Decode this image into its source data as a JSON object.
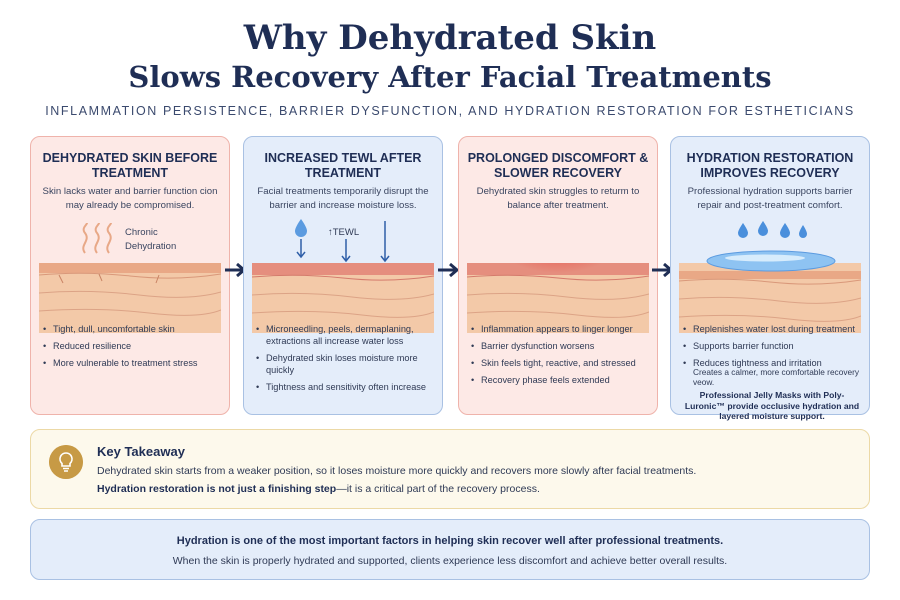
{
  "header": {
    "title_line1": "Why Dehydrated Skin",
    "title_line2": "Slows Recovery After Facial Treatments",
    "subtitle": "INFLAMMATION PERSISTENCE, BARRIER DYSFUNCTION, AND HYDRATION RESTORATION FOR ESTHETICIANS"
  },
  "cards": [
    {
      "title": "DEHYDRATED SKIN BEFORE TREATMENT",
      "description": "Skin lacks water and barrier function cion may already be compromised.",
      "illustration_label_1": "Chronic",
      "illustration_label_2": "Dehydration",
      "bullets": [
        "Tight, dull, uncomfortable skin",
        "Reduced resilience",
        "More vulnerable to treatment stress"
      ]
    },
    {
      "title": "INCREASED TEWL AFTER TREATMENT",
      "description": "Facial treatments temporarily disrupt the barrier and increase moisture loss.",
      "illustration_label_1": "↑TEWL",
      "bullets": [
        "Microneedling, peels, dermaplaning, extractions all increase water loss",
        "Dehydrated skin loses moisture more quickly",
        "Tightness and sensitivity often increase"
      ]
    },
    {
      "title": "PROLONGED DISCOMFORT & SLOWER RECOVERY",
      "description": "Dehydrated skin struggles to returm to balance after treatment.",
      "bullets": [
        "Inflammation appears to linger longer",
        "Barrier dysfunction worsens",
        "Skin feels tight, reactive, and stressed",
        "Recovery phase feels extended"
      ]
    },
    {
      "title": "HYDRATION RESTORATION IMPROVES RECOVERY",
      "description": "Professional hydration supports barrier repair and post-treatment comfort.",
      "bullets": [
        "Replenishes water lost during treatment",
        "Supports barrier function",
        "Reduces tightness and irritation"
      ],
      "note": "Creates a calmer, more comfortable recovery veow.",
      "note_bold": "Professional Jelly Masks with Poly-Luronic™ provide occlusive hydration and layered moisture support."
    }
  ],
  "takeaway": {
    "title": "Key Takeaway",
    "line1": "Dehydrated skin starts from a weaker position, so it loses moisture more quickly and recovers more slowly after facial treatments.",
    "line2_bold": "Hydration restoration is not just a finishing step",
    "line2_rest": "—it is a critical part of the recovery process."
  },
  "footer": {
    "line1": "Hydration is one of the most important factors in helping skin recover well after professional treatments.",
    "line2": "When the skin is properly hydrated and supported, clients experience less discomfort and achieve better overall results."
  },
  "colors": {
    "navy": "#1f2e55",
    "red_card_bg": "#fde9e6",
    "blue_card_bg": "#e4edfa",
    "takeaway_bg": "#fdf9ec",
    "bulb": "#c79a45"
  },
  "icons": [
    "arrow-right-icon",
    "lightbulb-icon",
    "water-drop-icon",
    "down-arrow-icon",
    "wavy-lines-icon"
  ]
}
